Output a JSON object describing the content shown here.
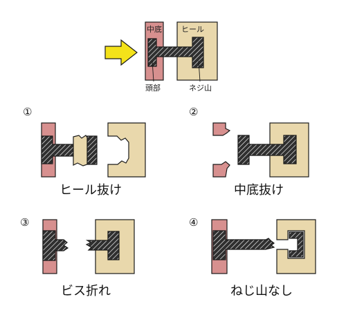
{
  "colors": {
    "sole": "#d7908f",
    "heel": "#e9d8ac",
    "bolt_fill": "#3a3a3a",
    "arrow": "#f4e21a",
    "stroke": "#1a1a1a"
  },
  "overview": {
    "sole_label": "中底",
    "heel_label": "ヒール",
    "head_label": "頭部",
    "thread_label": "ネジ山"
  },
  "cases": [
    {
      "number": "①",
      "caption": "ヒール抜け"
    },
    {
      "number": "②",
      "caption": "中底抜け"
    },
    {
      "number": "③",
      "caption": "ビス折れ"
    },
    {
      "number": "④",
      "caption": "ねじ山なし"
    }
  ]
}
